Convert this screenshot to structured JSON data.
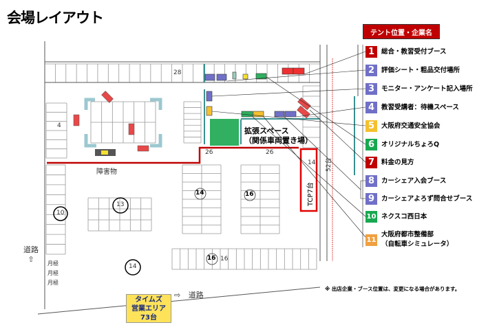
{
  "title": "会場レイアウト",
  "legend": {
    "header": "テント位置・企業名",
    "items": [
      {
        "num": "1",
        "label": "総合・教習受付ブース",
        "color": "#c00000"
      },
      {
        "num": "2",
        "label": "評価シート・粗品交付場所",
        "color": "#7070c8"
      },
      {
        "num": "3",
        "label": "モニター・アンケート記入場所",
        "color": "#7070c8"
      },
      {
        "num": "4",
        "label": "教習受講者：待機スペース",
        "color": "#7070c8"
      },
      {
        "num": "5",
        "label": "大阪府交通安全協会",
        "color": "#f5c030"
      },
      {
        "num": "6",
        "label": "オリジナルちょろQ",
        "color": "#18a850"
      },
      {
        "num": "7",
        "label": "料金の見方",
        "color": "#c00000"
      },
      {
        "num": "8",
        "label": "カーシェア入会ブース",
        "color": "#7070c8"
      },
      {
        "num": "9",
        "label": "カーシェアよろず問合せブース",
        "color": "#7070c8"
      },
      {
        "num": "10",
        "label": "ネクスコ西日本",
        "color": "#18a850"
      },
      {
        "num": "11",
        "label": "大阪府都市整備部",
        "label2": "（自転車シミュレータ）",
        "color": "#f0a040"
      }
    ]
  },
  "map": {
    "expansion_space": "拡張スペース",
    "expansion_space_sub": "（関係車両置き場）",
    "obstacle": "障害物",
    "tcp": "TCP7台",
    "monthly": [
      "月極",
      "月極",
      "月極"
    ],
    "stall_counts": {
      "top": "28",
      "mid_left": "26",
      "mid_right": "26",
      "left": "4",
      "tcp": "14",
      "bottom": "16",
      "side": "52台"
    },
    "circled": {
      "c10": "10",
      "c13": "13",
      "c14a": "14",
      "c16a": "16",
      "c14b": "14",
      "c16b": "16"
    },
    "road_left": "道路",
    "road_left_arrow": "⇧",
    "road_bottom": "道路",
    "road_bottom_arrow": "⇨"
  },
  "times_area": {
    "line1": "タイムズ",
    "line2": "営業エリア",
    "line3": "73台"
  },
  "note": "※ 出店企業・ブース位置は、変更になる場合があります。",
  "colors": {
    "red": "#c00000",
    "blue_tent": "#7070c8",
    "green": "#30b060",
    "yellow": "#f5c030",
    "teal": "#3a9090"
  }
}
